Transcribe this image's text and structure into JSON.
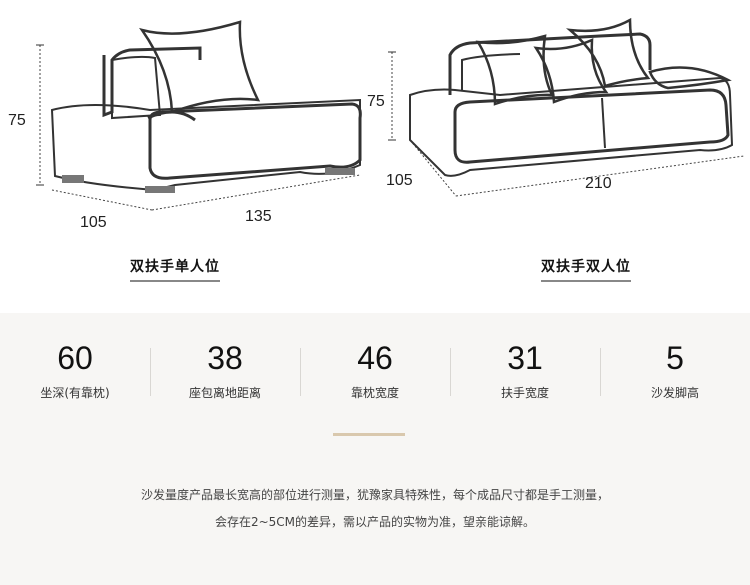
{
  "single": {
    "height": "75",
    "depth": "105",
    "width": "135",
    "label": "双扶手单人位"
  },
  "double": {
    "height": "75",
    "depth": "105",
    "width": "210",
    "label": "双扶手双人位"
  },
  "specs": [
    {
      "value": "60",
      "caption": "坐深(有靠枕)"
    },
    {
      "value": "38",
      "caption": "座包离地距离"
    },
    {
      "value": "46",
      "caption": "靠枕宽度"
    },
    {
      "value": "31",
      "caption": "扶手宽度"
    },
    {
      "value": "5",
      "caption": "沙发脚高"
    }
  ],
  "note": {
    "line1": "沙发量度产品最长宽高的部位进行测量，犹豫家具特殊性，每个成品尺寸都是手工测量，",
    "line2": "会存在2~5CM的差异，需以产品的实物为准，望亲能谅解。"
  },
  "colors": {
    "accent": "#d9c8ad",
    "divider": "#d9d7d3"
  }
}
